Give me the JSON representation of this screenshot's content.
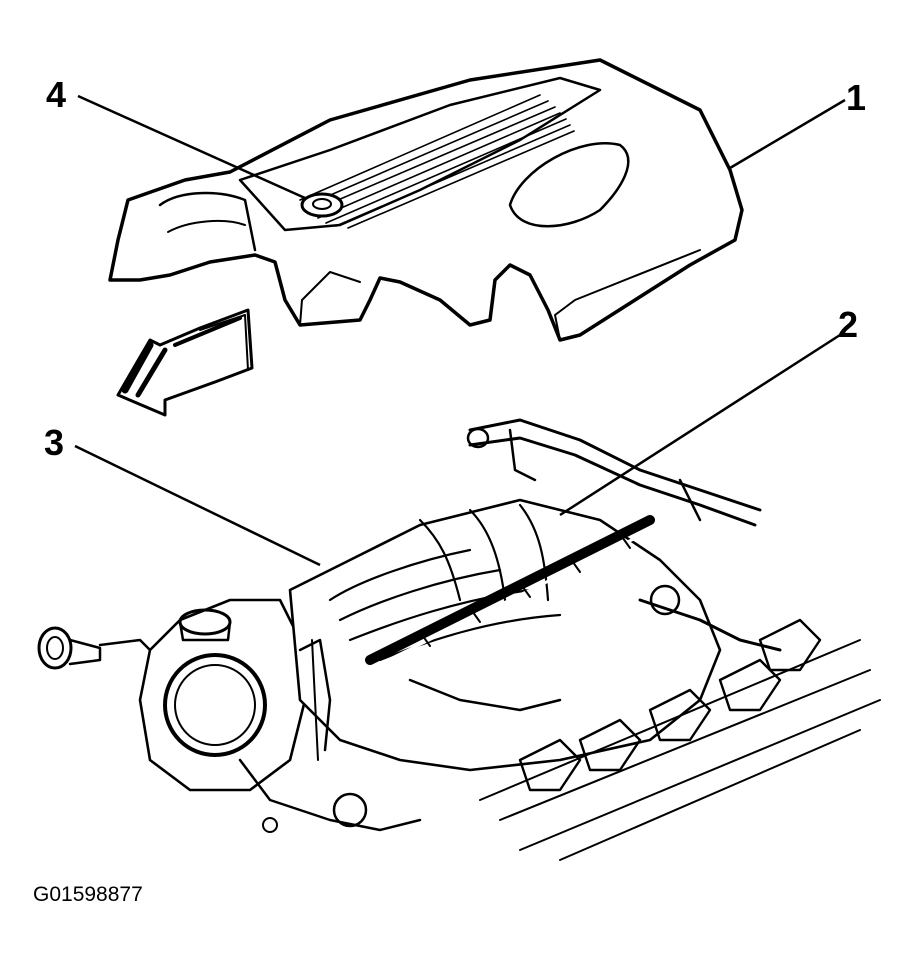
{
  "callouts": [
    {
      "id": "1",
      "label": "1"
    },
    {
      "id": "2",
      "label": "2"
    },
    {
      "id": "3",
      "label": "3"
    },
    {
      "id": "4",
      "label": "4"
    }
  ],
  "figure_id": "G01598877",
  "colors": {
    "ink": "#000000",
    "paper": "#ffffff"
  }
}
